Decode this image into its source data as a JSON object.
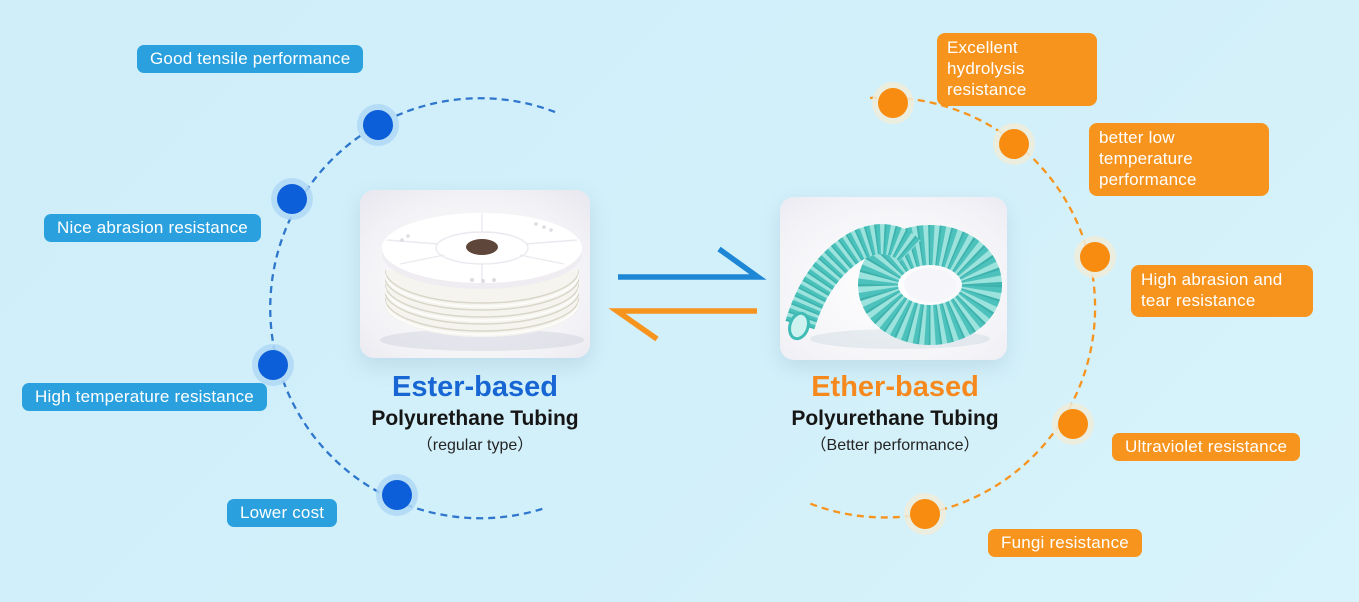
{
  "page": {
    "background_top": "#cfeef9",
    "background_bottom": "#d8f3fb"
  },
  "ester": {
    "title": "Ester-based",
    "subtitle": "Polyurethane Tubing",
    "note": "（regular type）",
    "accent_color": "#1766d3",
    "label_bg": "#2aa1de",
    "dot_color": "#0c5ed9",
    "circle_color": "#2f77cc",
    "features": [
      "Good tensile performance",
      "Nice abrasion resistance",
      "High temperature resistance",
      "Lower cost"
    ]
  },
  "ether": {
    "title": "Ether-based",
    "subtitle": "Polyurethane Tubing",
    "note": "（Better performance）",
    "accent_color": "#f6891e",
    "label_bg": "#f7941e",
    "dot_color": "#f78c10",
    "circle_color": "#f7941e",
    "features": [
      "Excellent hydrolysis resistance",
      "better low temperature performance",
      "High abrasion and tear resistance",
      "Ultraviolet resistance",
      "Fungi resistance"
    ]
  },
  "arrows": {
    "to_ether_color": "#1e87d5",
    "to_ester_color": "#f7941e"
  }
}
